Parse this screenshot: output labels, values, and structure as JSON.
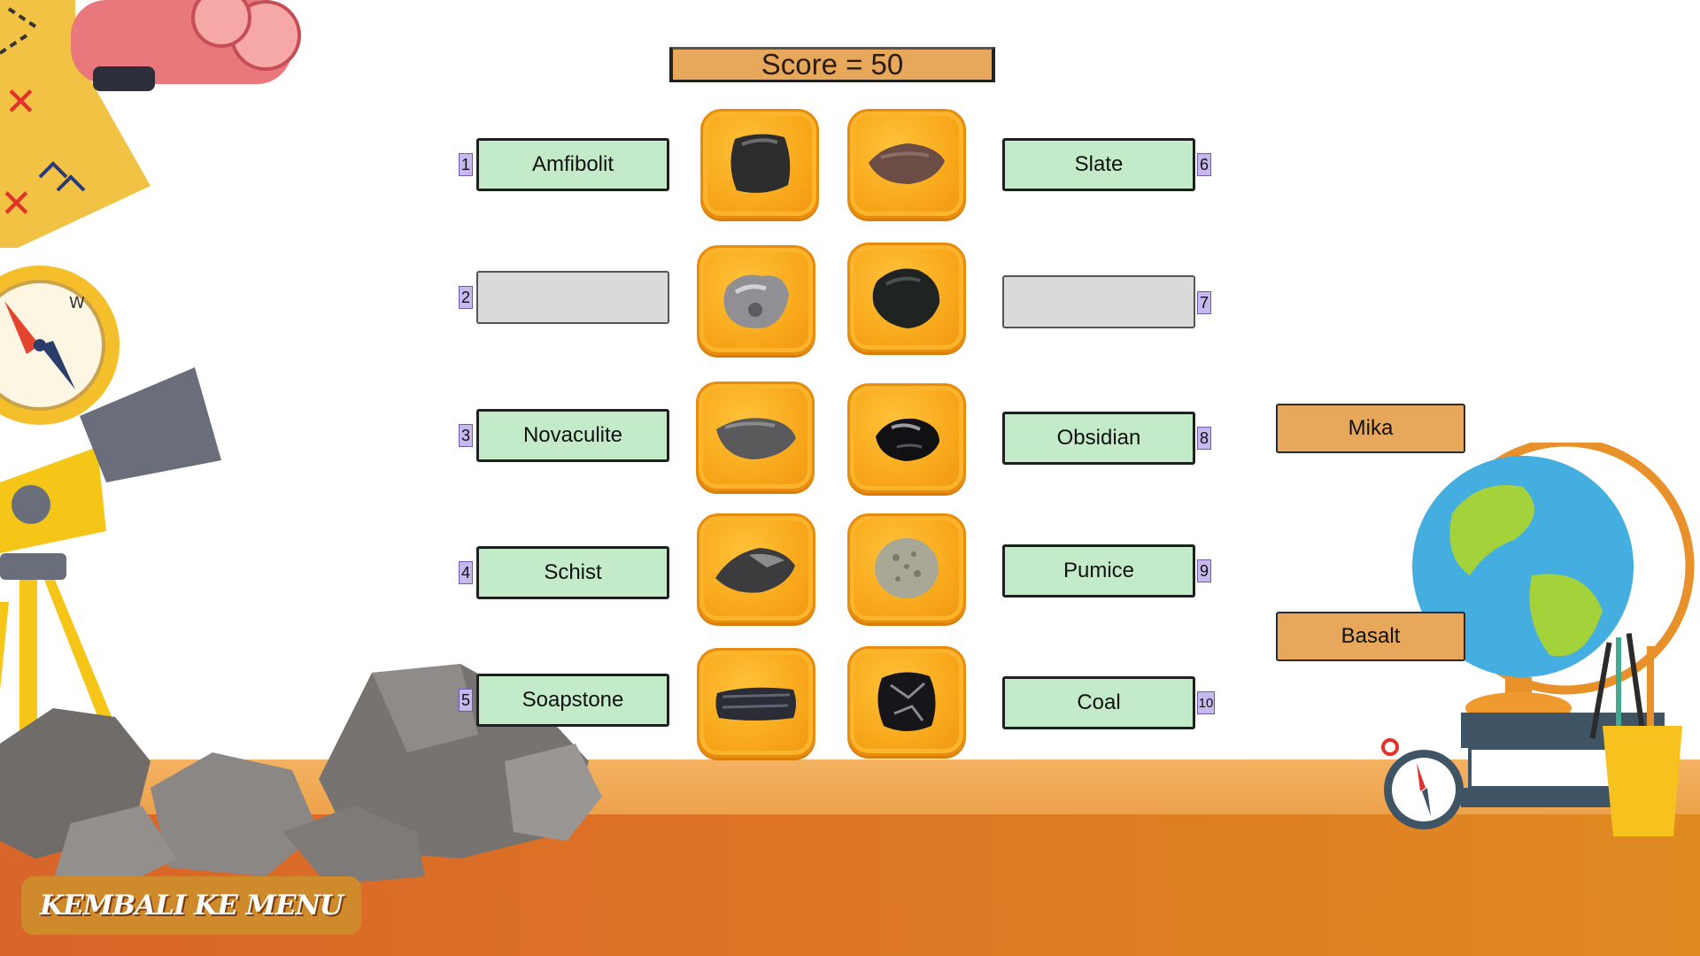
{
  "score": {
    "text": "Score = 50"
  },
  "left_slots": [
    {
      "number": "1",
      "label": "Amfibolit"
    },
    {
      "number": "2",
      "label": ""
    },
    {
      "number": "3",
      "label": "Novaculite"
    },
    {
      "number": "4",
      "label": "Schist"
    },
    {
      "number": "5",
      "label": "Soapstone"
    }
  ],
  "right_slots": [
    {
      "number": "6",
      "label": "Slate"
    },
    {
      "number": "7",
      "label": ""
    },
    {
      "number": "8",
      "label": "Obsidian"
    },
    {
      "number": "9",
      "label": "Pumice"
    },
    {
      "number": "10",
      "label": "Coal"
    }
  ],
  "options": [
    {
      "label": "Mika"
    },
    {
      "label": "Basalt"
    }
  ],
  "back_button": {
    "label": "KEMBALI KE MENU"
  },
  "colors": {
    "slot_filled": "#c4ebc9",
    "slot_empty": "#dadada",
    "tile": "#f8a81a",
    "option": "#e8a85b",
    "number_badge": "#c7b8ee"
  }
}
